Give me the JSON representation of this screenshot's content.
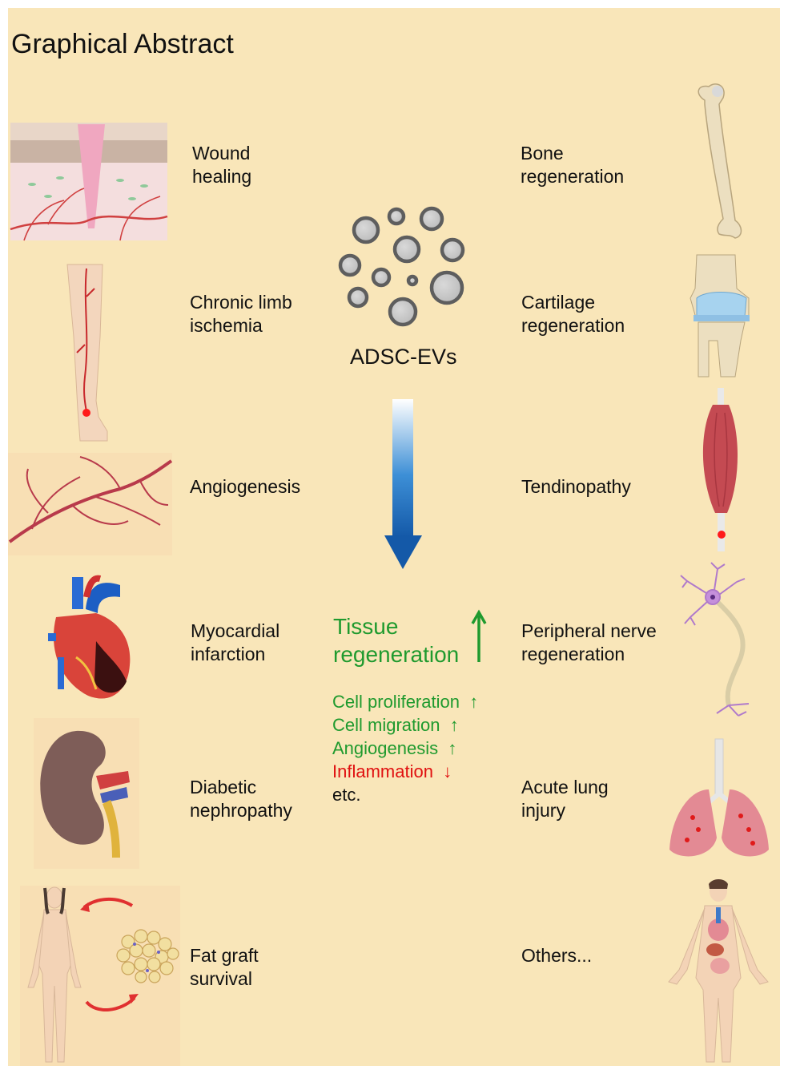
{
  "title": "Graphical Abstract",
  "center": {
    "evs_label": "ADSC-EVs",
    "tissue_label": "Tissue\nregeneration"
  },
  "effects": [
    {
      "text": "Cell proliferation",
      "trend": "up",
      "color": "#1f9a2e"
    },
    {
      "text": "Cell migration",
      "trend": "up",
      "color": "#1f9a2e"
    },
    {
      "text": "Angiogenesis",
      "trend": "up",
      "color": "#1f9a2e"
    },
    {
      "text": "Inflammation",
      "trend": "down",
      "color": "#e01010"
    },
    {
      "text": "etc.",
      "trend": "",
      "color": "#111111"
    }
  ],
  "left_items": [
    {
      "label": "Wound\nhealing",
      "icon": "skin-wound-icon"
    },
    {
      "label": "Chronic limb\nischemia",
      "icon": "leg-icon"
    },
    {
      "label": "Angiogenesis",
      "icon": "blood-vessel-icon"
    },
    {
      "label": "Myocardial\ninfarction",
      "icon": "heart-icon"
    },
    {
      "label": "Diabetic\nnephropathy",
      "icon": "kidney-icon"
    },
    {
      "label": "Fat graft\nsurvival",
      "icon": "fat-graft-icon"
    }
  ],
  "right_items": [
    {
      "label": "Bone\nregeneration",
      "icon": "bone-icon"
    },
    {
      "label": "Cartilage\nregeneration",
      "icon": "knee-icon"
    },
    {
      "label": "Tendinopathy",
      "icon": "muscle-tendon-icon"
    },
    {
      "label": "Peripheral nerve\nregeneration",
      "icon": "neuron-icon"
    },
    {
      "label": "Acute lung\ninjury",
      "icon": "lungs-icon"
    },
    {
      "label": "Others...",
      "icon": "human-body-icon"
    }
  ],
  "colors": {
    "background": "#f9e6b9",
    "arrow_top": "#ffffff",
    "arrow_bottom": "#1763b0",
    "increase": "#1f9a2e",
    "decrease": "#e01010"
  }
}
